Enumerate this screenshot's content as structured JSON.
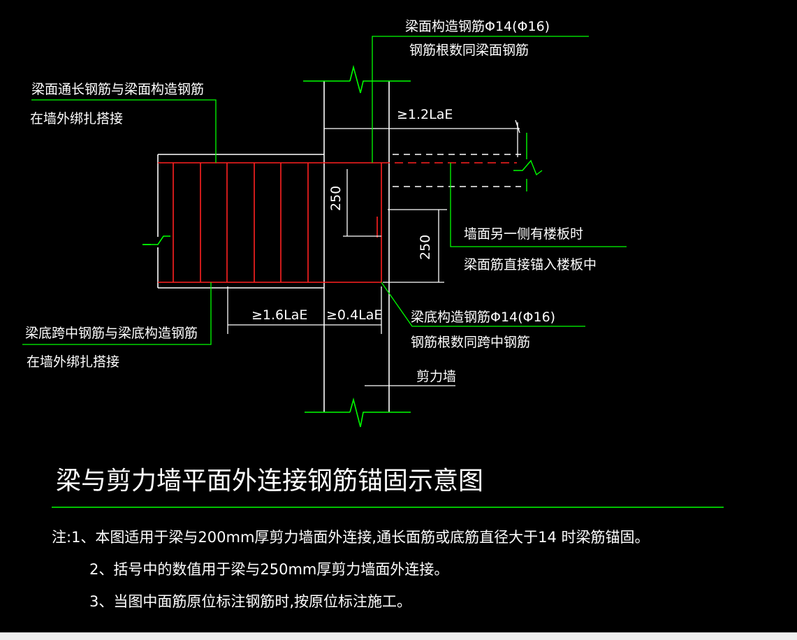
{
  "colors": {
    "background": "#000000",
    "line": "#ffffff",
    "leader": "#00ff00",
    "rebar": "#ff0000",
    "text": "#ffffff"
  },
  "labels": {
    "top_constr_1": "梁面构造钢筋Φ14(Φ16)",
    "top_constr_2": "钢筋根数同梁面钢筋",
    "top_lap_1": "梁面通长钢筋与梁面构造钢筋",
    "top_lap_2": "在墙外绑扎搭接",
    "slab_1": "墙面另一侧有楼板时",
    "slab_2": "梁面筋直接锚入楼板中",
    "bot_constr_1": "梁底构造钢筋Φ14(Φ16)",
    "bot_constr_2": "钢筋根数同跨中钢筋",
    "shear_wall": "剪力墙",
    "bot_lap_1": "梁底跨中钢筋与梁底构造钢筋",
    "bot_lap_2": "在墙外绑扎搭接"
  },
  "dimensions": {
    "d_12lae": "≥1.2LaE",
    "d_16lae": "≥1.6LaE",
    "d_04lae": "≥0.4LaE",
    "d_250a": "250",
    "d_250b": "250"
  },
  "title": "梁与剪力墙平面外连接钢筋锚固示意图",
  "notes": [
    "注:1、本图适用于梁与200mm厚剪力墙面外连接,通长面筋或底筋直径大于14 时梁筋锚固。",
    "2、括号中的数值用于梁与250mm厚剪力墙面外连接。",
    "3、当图中面筋原位标注钢筋时,按原位标注施工。"
  ]
}
